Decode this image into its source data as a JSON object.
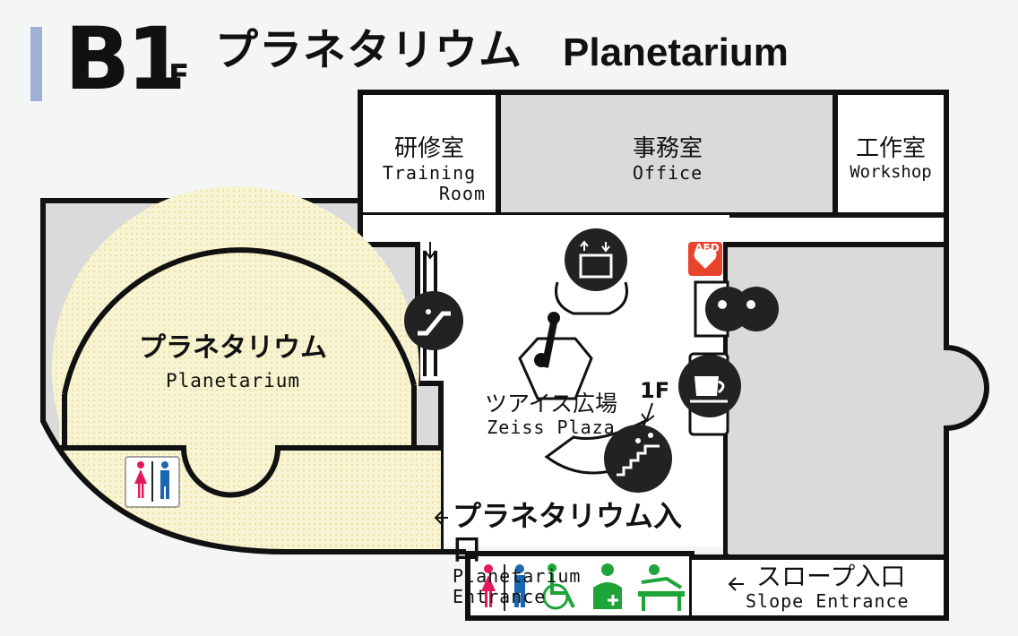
{
  "header": {
    "floor_main": "B1",
    "floor_suffix": "F",
    "title_jp": "プラネタリウム",
    "title_en": "Planetarium"
  },
  "rooms": {
    "training": {
      "jp": "研修室",
      "en_line1": "Training",
      "en_line2": "Room"
    },
    "office": {
      "jp": "事務室",
      "en": "Office"
    },
    "workshop": {
      "jp": "工作室",
      "en": "Workshop"
    },
    "planetarium": {
      "jp": "プラネタリウム",
      "en": "Planetarium"
    },
    "zeiss_plaza": {
      "jp": "ツアイス広場",
      "en": "Zeiss Plaza"
    }
  },
  "signs": {
    "aed": "AED",
    "stairs_up_label": "1F",
    "planetarium_entrance_jp": "プラネタリウム入口",
    "planetarium_entrance_en": "Planetarium Entrance",
    "slope_entrance_jp": "スロープ入口",
    "slope_entrance_en": "Slope Entrance"
  },
  "colors": {
    "floor_marker": "#9fb0d6",
    "wall": "#111111",
    "gray_area": "#d9dad9",
    "planetarium_fill": "#f7f3d3",
    "women": "#e5195a",
    "men": "#1a67b0",
    "accessible": "#1fa43a",
    "aed": "#e8432c"
  },
  "icons": [
    "elevator-icon",
    "escalator-icon",
    "nursing-room-icon",
    "cafe-icon",
    "stairs-icon",
    "restroom-icon",
    "wheelchair-icon",
    "first-aid-icon",
    "changing-table-icon",
    "aed-icon"
  ]
}
